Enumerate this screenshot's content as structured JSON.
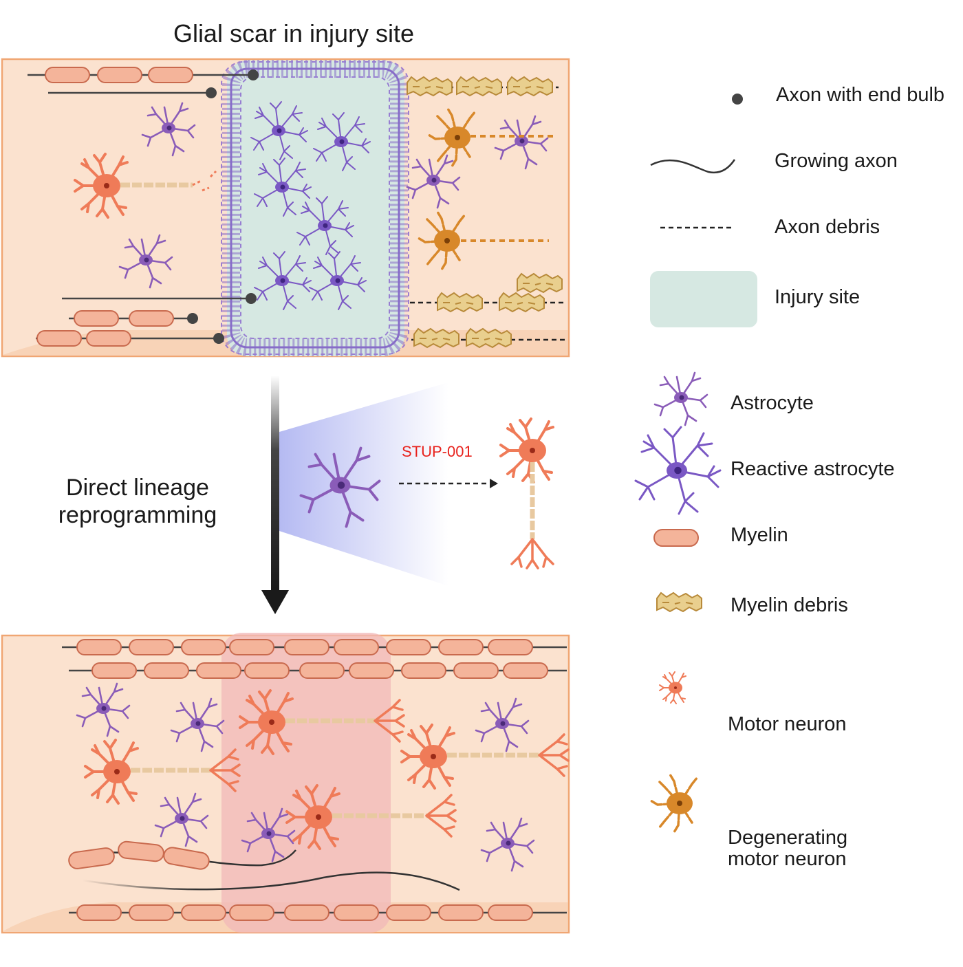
{
  "title": "Glial scar in injury site",
  "step_label_line1": "Direct lineage",
  "step_label_line2": "reprogramming",
  "drug_label": "STUP-001",
  "legend": {
    "axon_end_bulb": "Axon with end bulb",
    "growing_axon": "Growing axon",
    "axon_debris": "Axon debris",
    "injury_site": "Injury site",
    "astrocyte": "Astrocyte",
    "reactive_astrocyte": "Reactive astrocyte",
    "myelin": "Myelin",
    "myelin_debris": "Myelin debris",
    "motor_neuron": "Motor neuron",
    "degenerating_line1": "Degenerating",
    "degenerating_line2": "motor neuron"
  },
  "colors": {
    "tissue": "#fbe2cf",
    "tissue_border": "#f0a673",
    "injury": "#d6e8e2",
    "regen": "#f2b8b8",
    "astrocyte": "#8a5cb8",
    "reactive": "#7a58c4",
    "myelin_fill": "#f4b49a",
    "myelin_stroke": "#c96a4e",
    "debris": "#e9cf8e",
    "motor": "#ef7b58",
    "degenerating": "#d8882a",
    "drug": "#e8221d"
  }
}
